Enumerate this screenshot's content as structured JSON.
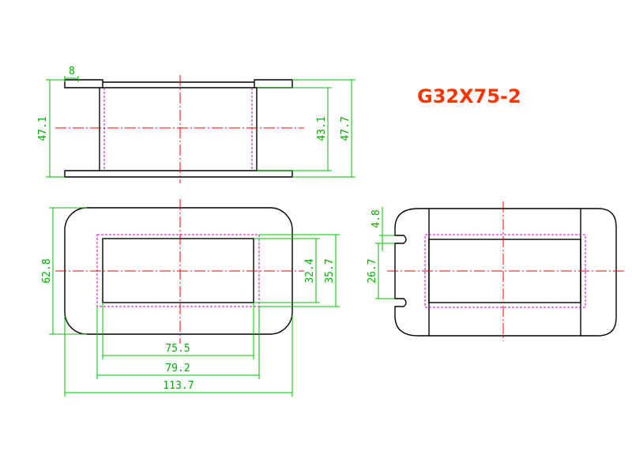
{
  "title": "G32X75-2",
  "colors": {
    "outline": "#000000",
    "dimension": "#00c000",
    "centerline": "#ff0000",
    "hidden": "#cc00cc",
    "title": "#ff3300"
  },
  "dimensions": {
    "side_view": {
      "flange_thickness": "8",
      "overall_height_left": "47.1",
      "inner_height": "43.1",
      "overall_height_right": "47.7"
    },
    "front_view": {
      "height": "62.8",
      "inner_width": "75.5",
      "middle_width": "79.2",
      "overall_width": "113.7",
      "inner_height": "32.4",
      "outer_height": "35.7"
    },
    "end_view": {
      "slot_width": "4.8",
      "slot_spacing": "26.7"
    }
  }
}
